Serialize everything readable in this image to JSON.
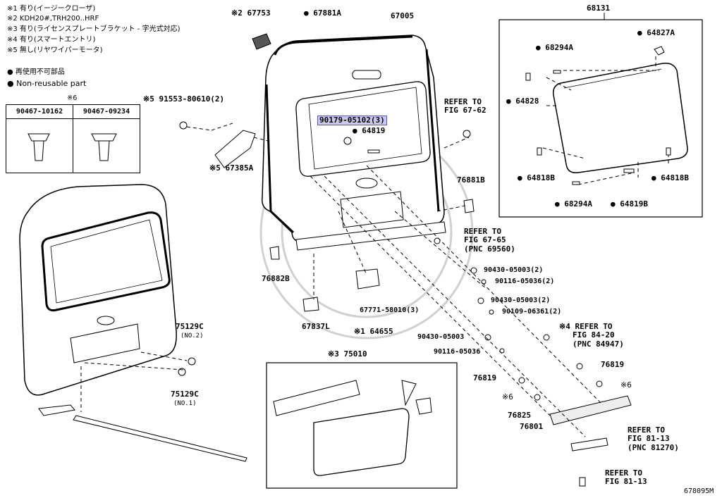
{
  "notes": [
    "※1 有り(イージークローザ)",
    "※2 KDH20#,TRH200..HRF",
    "※3 有り(ライセンスプレートブラケット - 字光式対応)",
    "※4 有り(スマートエントリ)",
    "※5 無し(リヤワイパーモータ)"
  ],
  "legend": {
    "jp": "再使用不可部品",
    "en": "Non-reusable part"
  },
  "fastener_table": {
    "header": "※6",
    "cols": [
      "90467-10162",
      "90467-09234"
    ]
  },
  "labels": {
    "p67753": "※2 67753",
    "p67881A": "67881A",
    "p67005": "67005",
    "p68131": "68131",
    "p64827A": "64827A",
    "p68294A_top": "68294A",
    "p64828": "64828",
    "p64818B_l": "64818B",
    "p64818B_r": "64818B",
    "p68294A_bot": "68294A",
    "p64819B": "64819B",
    "p91553": "※5 91553-80610(2)",
    "p67385A": "※5 67385A",
    "p90179": "90179-05102(3)",
    "p64819": "64819",
    "refer6762": "REFER TO",
    "refer6762b": "FIG 67-62",
    "p76881B": "76881B",
    "refer6765": "REFER TO",
    "refer6765b": "FIG 67-65",
    "refer6765c": "(PNC 69560)",
    "p76882B": "76882B",
    "p90430_1": "90430-05003(2)",
    "p90116_1": "90116-05036(2)",
    "p90430_2": "90430-05003(2)",
    "p90109": "90109-06361(2)",
    "p67771": "67771-58010(3)",
    "p67837L": "67837L",
    "p64655": "※1 64655",
    "p75129C_1": "75129C",
    "p75129C_1n": "(NO.2)",
    "p75129C_2": "75129C",
    "p75129C_2n": "(NO.1)",
    "p90430_3": "90430-05003",
    "p90116_2": "90116-05036",
    "refer8420": "※4 REFER TO",
    "refer8420b": "FIG 84-20",
    "refer8420c": "(PNC 84947)",
    "p75010": "※3 75010",
    "p76819_r": "76819",
    "p76819_l": "76819",
    "star6_r": "※6",
    "star6_l": "※6",
    "p76825": "76825",
    "p76801": "76801",
    "refer8113a": "REFER TO",
    "refer8113ab": "FIG 81-13",
    "refer8113ac": "(PNC 81270)",
    "refer8113": "REFER TO",
    "refer8113b": "FIG 81-13",
    "figure_id": "678095M"
  }
}
